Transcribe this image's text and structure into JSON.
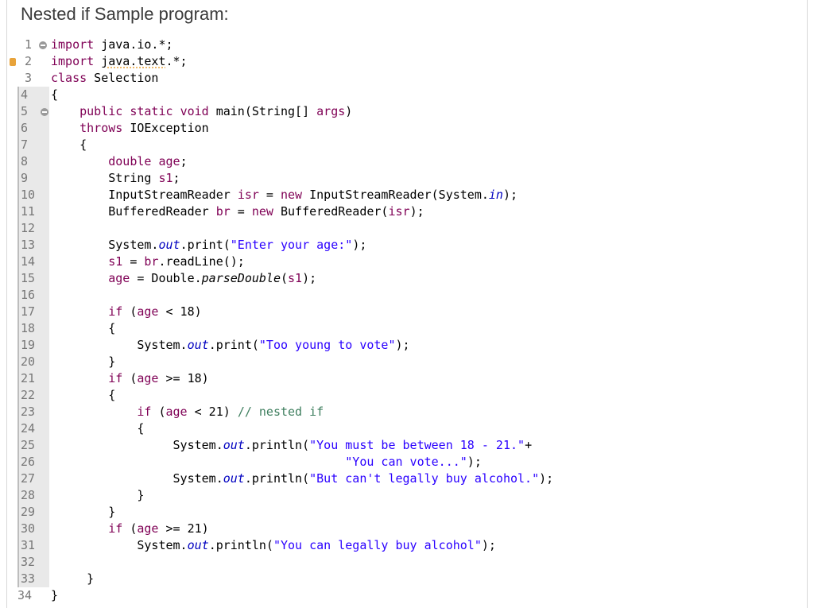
{
  "heading": "Nested if Sample program:",
  "code_lines": [
    {
      "num": "1",
      "shaded": false,
      "fold": true,
      "segments": [
        {
          "t": "kw",
          "s": "import"
        },
        {
          "t": "",
          "s": " java.io.*;"
        }
      ]
    },
    {
      "num": "2",
      "shaded": false,
      "marker": true,
      "segments": [
        {
          "t": "kw",
          "s": "import"
        },
        {
          "t": "",
          "s": " "
        },
        {
          "t": "warn",
          "s": "java.text"
        },
        {
          "t": "",
          "s": ".*;"
        }
      ]
    },
    {
      "num": "3",
      "shaded": false,
      "segments": [
        {
          "t": "kw",
          "s": "class"
        },
        {
          "t": "",
          "s": " Selection"
        }
      ]
    },
    {
      "num": "4",
      "shaded": true,
      "segments": [
        {
          "t": "",
          "s": "{"
        }
      ]
    },
    {
      "num": "5",
      "shaded": true,
      "fold": true,
      "segments": [
        {
          "t": "",
          "s": "    "
        },
        {
          "t": "kw",
          "s": "public"
        },
        {
          "t": "",
          "s": " "
        },
        {
          "t": "kw",
          "s": "static"
        },
        {
          "t": "",
          "s": " "
        },
        {
          "t": "kw",
          "s": "void"
        },
        {
          "t": "",
          "s": " main(String[] "
        },
        {
          "t": "kw",
          "s": "args"
        },
        {
          "t": "",
          "s": ")"
        }
      ]
    },
    {
      "num": "6",
      "shaded": true,
      "segments": [
        {
          "t": "",
          "s": "    "
        },
        {
          "t": "kw",
          "s": "throws"
        },
        {
          "t": "",
          "s": " IOException"
        }
      ]
    },
    {
      "num": "7",
      "shaded": true,
      "segments": [
        {
          "t": "",
          "s": "    {"
        }
      ]
    },
    {
      "num": "8",
      "shaded": true,
      "segments": [
        {
          "t": "",
          "s": "        "
        },
        {
          "t": "kw",
          "s": "double"
        },
        {
          "t": "",
          "s": " "
        },
        {
          "t": "kw",
          "s": "age"
        },
        {
          "t": "",
          "s": ";"
        }
      ]
    },
    {
      "num": "9",
      "shaded": true,
      "segments": [
        {
          "t": "",
          "s": "        String "
        },
        {
          "t": "kw",
          "s": "s1"
        },
        {
          "t": "",
          "s": ";"
        }
      ]
    },
    {
      "num": "10",
      "shaded": true,
      "segments": [
        {
          "t": "",
          "s": "        InputStreamReader "
        },
        {
          "t": "kw",
          "s": "isr"
        },
        {
          "t": "",
          "s": " = "
        },
        {
          "t": "kw",
          "s": "new"
        },
        {
          "t": "",
          "s": " InputStreamReader(System."
        },
        {
          "t": "fld",
          "s": "in"
        },
        {
          "t": "",
          "s": ");"
        }
      ]
    },
    {
      "num": "11",
      "shaded": true,
      "segments": [
        {
          "t": "",
          "s": "        BufferedReader "
        },
        {
          "t": "kw",
          "s": "br"
        },
        {
          "t": "",
          "s": " = "
        },
        {
          "t": "kw",
          "s": "new"
        },
        {
          "t": "",
          "s": " BufferedReader("
        },
        {
          "t": "kw",
          "s": "isr"
        },
        {
          "t": "",
          "s": ");"
        }
      ]
    },
    {
      "num": "12",
      "shaded": true,
      "segments": []
    },
    {
      "num": "13",
      "shaded": true,
      "segments": [
        {
          "t": "",
          "s": "        System."
        },
        {
          "t": "fld",
          "s": "out"
        },
        {
          "t": "",
          "s": ".print("
        },
        {
          "t": "str",
          "s": "\"Enter your age:\""
        },
        {
          "t": "",
          "s": ");"
        }
      ]
    },
    {
      "num": "14",
      "shaded": true,
      "segments": [
        {
          "t": "",
          "s": "        "
        },
        {
          "t": "kw",
          "s": "s1"
        },
        {
          "t": "",
          "s": " = "
        },
        {
          "t": "kw",
          "s": "br"
        },
        {
          "t": "",
          "s": ".readLine();"
        }
      ]
    },
    {
      "num": "15",
      "shaded": true,
      "segments": [
        {
          "t": "",
          "s": "        "
        },
        {
          "t": "kw",
          "s": "age"
        },
        {
          "t": "",
          "s": " = Double."
        },
        {
          "t": "mth",
          "s": "parseDouble"
        },
        {
          "t": "",
          "s": "("
        },
        {
          "t": "kw",
          "s": "s1"
        },
        {
          "t": "",
          "s": ");"
        }
      ]
    },
    {
      "num": "16",
      "shaded": true,
      "segments": []
    },
    {
      "num": "17",
      "shaded": true,
      "segments": [
        {
          "t": "",
          "s": "        "
        },
        {
          "t": "kw",
          "s": "if"
        },
        {
          "t": "",
          "s": " ("
        },
        {
          "t": "kw",
          "s": "age"
        },
        {
          "t": "",
          "s": " < 18)"
        }
      ]
    },
    {
      "num": "18",
      "shaded": true,
      "segments": [
        {
          "t": "",
          "s": "        {"
        }
      ]
    },
    {
      "num": "19",
      "shaded": true,
      "segments": [
        {
          "t": "",
          "s": "            System."
        },
        {
          "t": "fld",
          "s": "out"
        },
        {
          "t": "",
          "s": ".print("
        },
        {
          "t": "str",
          "s": "\"Too young to vote\""
        },
        {
          "t": "",
          "s": ");"
        }
      ]
    },
    {
      "num": "20",
      "shaded": true,
      "segments": [
        {
          "t": "",
          "s": "        }"
        }
      ]
    },
    {
      "num": "21",
      "shaded": true,
      "segments": [
        {
          "t": "",
          "s": "        "
        },
        {
          "t": "kw",
          "s": "if"
        },
        {
          "t": "",
          "s": " ("
        },
        {
          "t": "kw",
          "s": "age"
        },
        {
          "t": "",
          "s": " >= 18)"
        }
      ]
    },
    {
      "num": "22",
      "shaded": true,
      "segments": [
        {
          "t": "",
          "s": "        {"
        }
      ]
    },
    {
      "num": "23",
      "shaded": true,
      "segments": [
        {
          "t": "",
          "s": "            "
        },
        {
          "t": "kw",
          "s": "if"
        },
        {
          "t": "",
          "s": " ("
        },
        {
          "t": "kw",
          "s": "age"
        },
        {
          "t": "",
          "s": " < 21) "
        },
        {
          "t": "cmt",
          "s": "// nested if"
        }
      ]
    },
    {
      "num": "24",
      "shaded": true,
      "segments": [
        {
          "t": "",
          "s": "            {"
        }
      ]
    },
    {
      "num": "25",
      "shaded": true,
      "segments": [
        {
          "t": "",
          "s": "                 System."
        },
        {
          "t": "fld",
          "s": "out"
        },
        {
          "t": "",
          "s": ".println("
        },
        {
          "t": "str",
          "s": "\"You must be between 18 - 21.\""
        },
        {
          "t": "",
          "s": "+"
        }
      ]
    },
    {
      "num": "26",
      "shaded": true,
      "segments": [
        {
          "t": "",
          "s": "                                         "
        },
        {
          "t": "str",
          "s": "\"You can vote...\""
        },
        {
          "t": "",
          "s": ");"
        }
      ]
    },
    {
      "num": "27",
      "shaded": true,
      "segments": [
        {
          "t": "",
          "s": "                 System."
        },
        {
          "t": "fld",
          "s": "out"
        },
        {
          "t": "",
          "s": ".println("
        },
        {
          "t": "str",
          "s": "\"But can't legally buy alcohol.\""
        },
        {
          "t": "",
          "s": ");"
        }
      ]
    },
    {
      "num": "28",
      "shaded": true,
      "segments": [
        {
          "t": "",
          "s": "            }"
        }
      ]
    },
    {
      "num": "29",
      "shaded": true,
      "segments": [
        {
          "t": "",
          "s": "        }"
        }
      ]
    },
    {
      "num": "30",
      "shaded": true,
      "segments": [
        {
          "t": "",
          "s": "        "
        },
        {
          "t": "kw",
          "s": "if"
        },
        {
          "t": "",
          "s": " ("
        },
        {
          "t": "kw",
          "s": "age"
        },
        {
          "t": "",
          "s": " >= 21)"
        }
      ]
    },
    {
      "num": "31",
      "shaded": true,
      "segments": [
        {
          "t": "",
          "s": "            System."
        },
        {
          "t": "fld",
          "s": "out"
        },
        {
          "t": "",
          "s": ".println("
        },
        {
          "t": "str",
          "s": "\"You can legally buy alcohol\""
        },
        {
          "t": "",
          "s": ");"
        }
      ]
    },
    {
      "num": "32",
      "shaded": true,
      "segments": []
    },
    {
      "num": "33",
      "shaded": true,
      "segments": [
        {
          "t": "",
          "s": "     }"
        }
      ]
    },
    {
      "num": "34",
      "shaded": false,
      "segments": [
        {
          "t": "",
          "s": "}"
        }
      ]
    }
  ]
}
